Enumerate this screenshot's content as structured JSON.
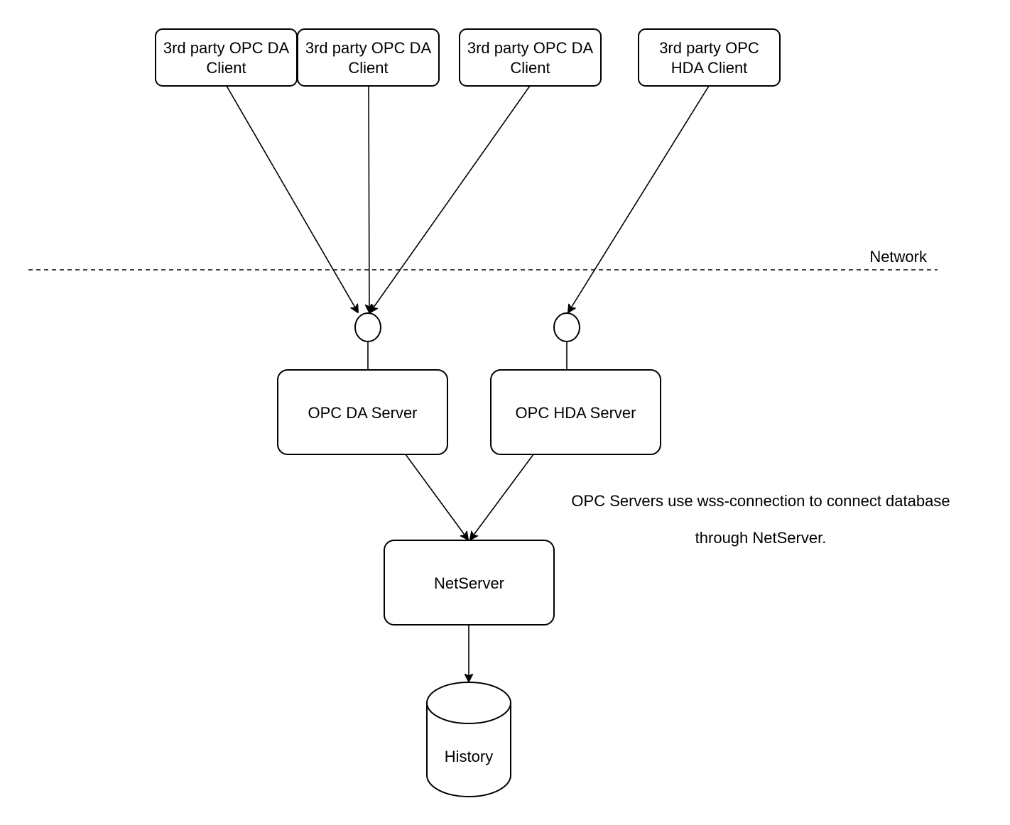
{
  "clients": [
    {
      "line1": "3rd party OPC DA",
      "line2": "Client"
    },
    {
      "line1": "3rd party OPC DA",
      "line2": "Client"
    },
    {
      "line1": "3rd party OPC DA",
      "line2": "Client"
    },
    {
      "line1": "3rd party OPC",
      "line2": "HDA Client"
    }
  ],
  "network_label": "Network",
  "servers": {
    "da": "OPC DA Server",
    "hda": "OPC HDA Server"
  },
  "netserver": "NetServer",
  "database": "History",
  "note": {
    "line1": "OPC Servers use wss-connection to connect database",
    "line2": "through NetServer."
  }
}
